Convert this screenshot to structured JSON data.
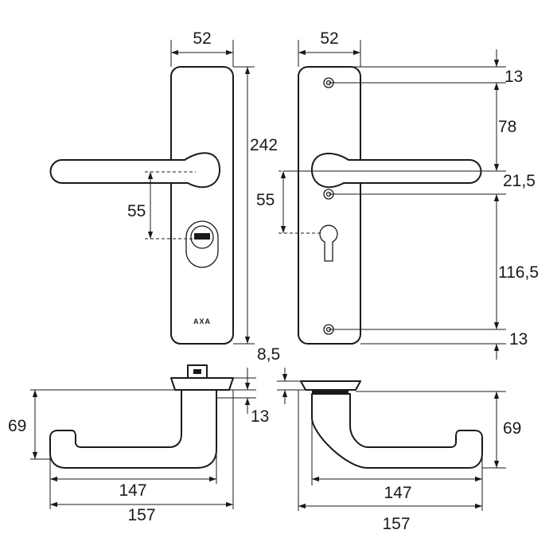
{
  "brand": "AXA",
  "dimensions": {
    "front_width": "52",
    "back_width": "52",
    "plate_height": "242",
    "front_handle_to_cylinder": "55",
    "back_handle_to_cylinder": "55",
    "top_hole": "13",
    "top_to_spindle": "78",
    "spindle_to_hole": "21,5",
    "hole_to_hole": "116,5",
    "bottom_hole": "13",
    "rose_offset": "8,5",
    "left_rose_height": "13",
    "left_handle_height": "69",
    "right_handle_height": "69",
    "left_handle_length": "147",
    "left_overall_length": "157",
    "right_handle_length": "147",
    "right_overall_length": "157"
  }
}
